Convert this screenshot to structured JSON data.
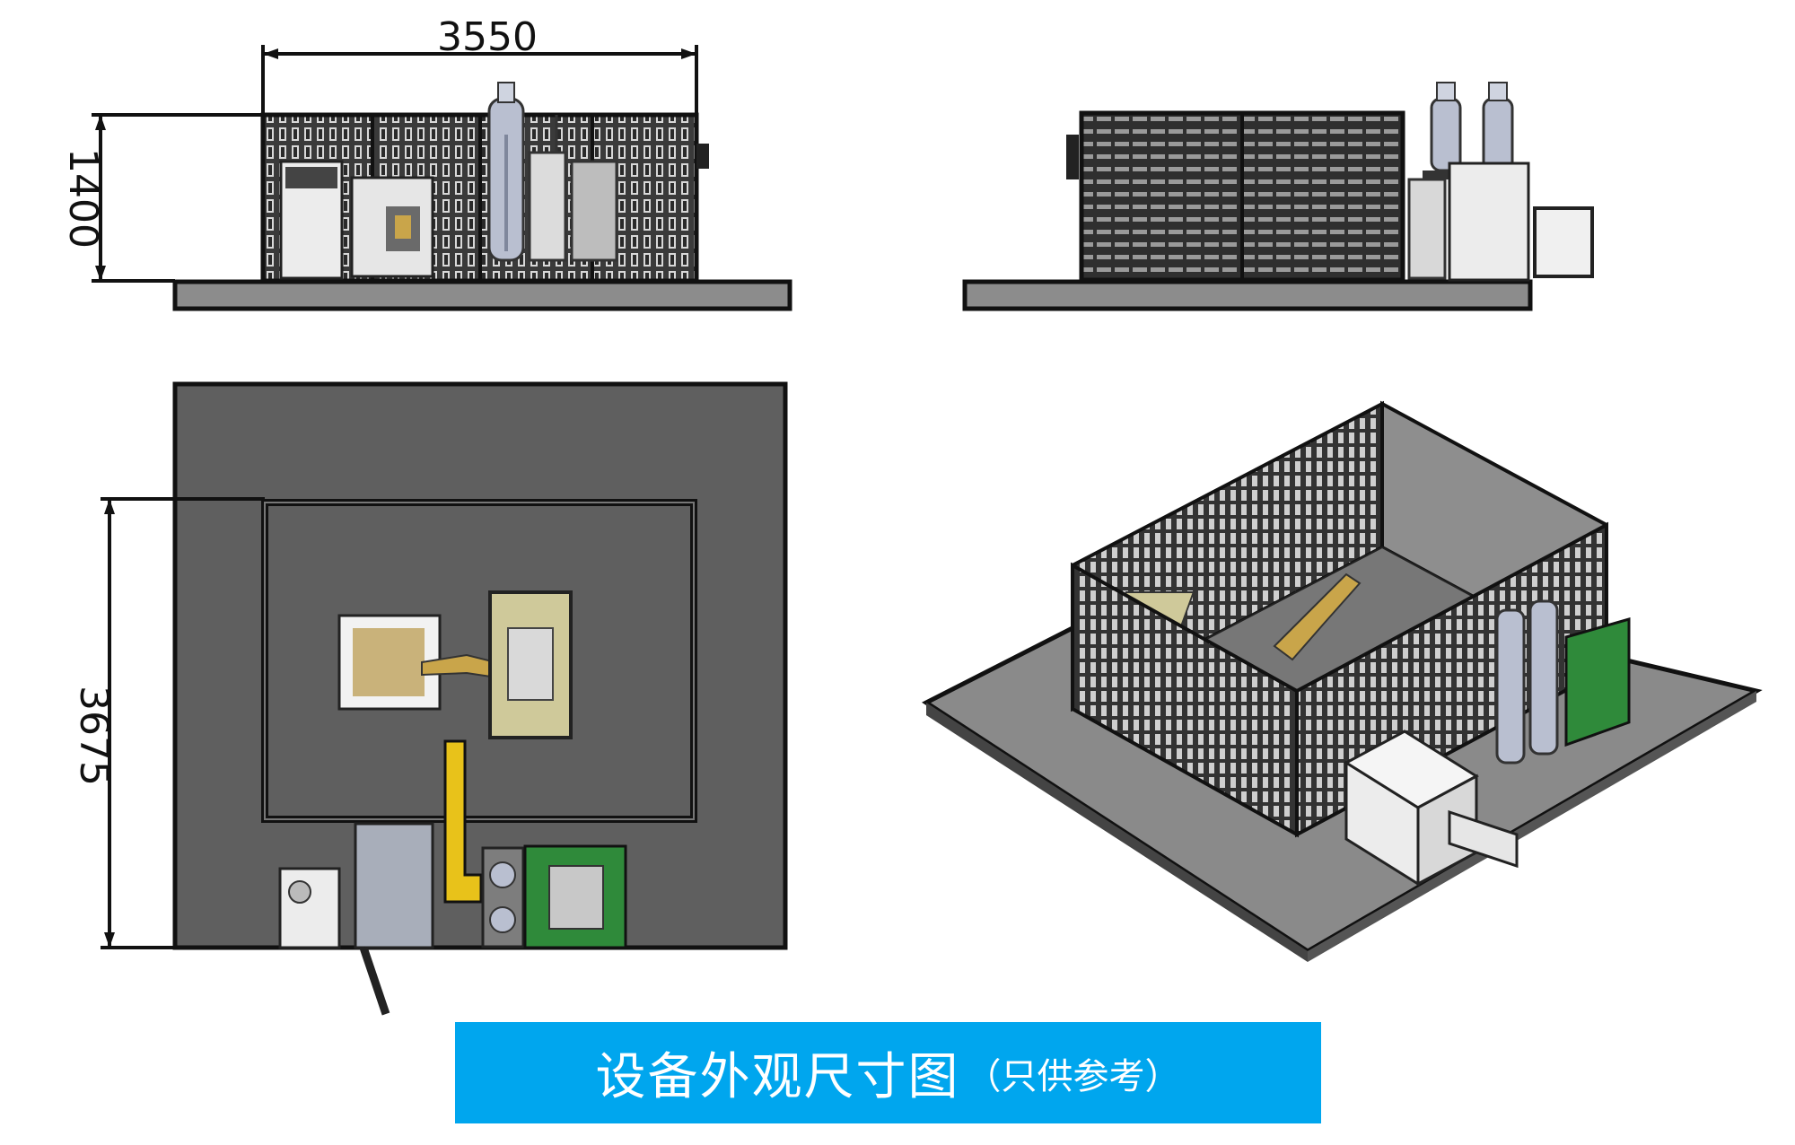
{
  "dimensions": {
    "width_label": "3550",
    "height_label": "1400",
    "depth_label": "3675"
  },
  "caption": {
    "main": "设备外观尺寸图",
    "note": "（只供参考）"
  },
  "colors": {
    "floor": "#5f5f5f",
    "base_plate": "#8c8c8c",
    "fence": "#2b2b2b",
    "cabinet": "#ececec",
    "yellow_duct": "#e8c21a",
    "green_panel": "#2f8a3a",
    "caption_bg": "#00a6ee"
  }
}
